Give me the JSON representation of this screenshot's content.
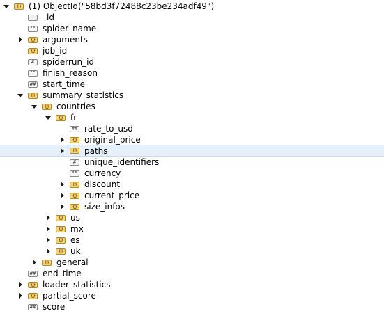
{
  "tree": {
    "root": {
      "label": "(1) ObjectId(\"58bd3f72488c23be234adf49\")",
      "icon": "object-icon",
      "glyph": "{}"
    },
    "nodes": [
      {
        "label": "_id",
        "icon": "objectid-icon",
        "glyph": ""
      },
      {
        "label": "spider_name",
        "icon": "string-icon",
        "glyph": "\"\""
      },
      {
        "label": "arguments",
        "icon": "object-icon",
        "glyph": "{}"
      },
      {
        "label": "job_id",
        "icon": "object-icon",
        "glyph": "{}"
      },
      {
        "label": "spiderrun_id",
        "icon": "int-icon",
        "glyph": "#"
      },
      {
        "label": "finish_reason",
        "icon": "string-icon",
        "glyph": "\"\""
      },
      {
        "label": "start_time",
        "icon": "date-icon",
        "glyph": "##"
      },
      {
        "label": "summary_statistics",
        "icon": "object-icon",
        "glyph": "{}"
      },
      {
        "label": "countries",
        "icon": "object-icon",
        "glyph": "{}"
      },
      {
        "label": "fr",
        "icon": "object-icon",
        "glyph": "{}"
      },
      {
        "label": "rate_to_usd",
        "icon": "double-icon",
        "glyph": "##"
      },
      {
        "label": "original_price",
        "icon": "object-icon",
        "glyph": "{}"
      },
      {
        "label": "paths",
        "icon": "object-icon",
        "glyph": "{}"
      },
      {
        "label": "unique_identifiers",
        "icon": "int-icon",
        "glyph": "#"
      },
      {
        "label": "currency",
        "icon": "string-icon",
        "glyph": "\"\""
      },
      {
        "label": "discount",
        "icon": "object-icon",
        "glyph": "{}"
      },
      {
        "label": "current_price",
        "icon": "object-icon",
        "glyph": "{}"
      },
      {
        "label": "size_infos",
        "icon": "object-icon",
        "glyph": "{}"
      },
      {
        "label": "us",
        "icon": "object-icon",
        "glyph": "{}"
      },
      {
        "label": "mx",
        "icon": "object-icon",
        "glyph": "{}"
      },
      {
        "label": "es",
        "icon": "object-icon",
        "glyph": "{}"
      },
      {
        "label": "uk",
        "icon": "object-icon",
        "glyph": "{}"
      },
      {
        "label": "general",
        "icon": "object-icon",
        "glyph": "{}"
      },
      {
        "label": "end_time",
        "icon": "date-icon",
        "glyph": "##"
      },
      {
        "label": "loader_statistics",
        "icon": "object-icon",
        "glyph": "{}"
      },
      {
        "label": "partial_score",
        "icon": "object-icon",
        "glyph": "{}"
      },
      {
        "label": "score",
        "icon": "double-icon",
        "glyph": "##"
      }
    ]
  }
}
